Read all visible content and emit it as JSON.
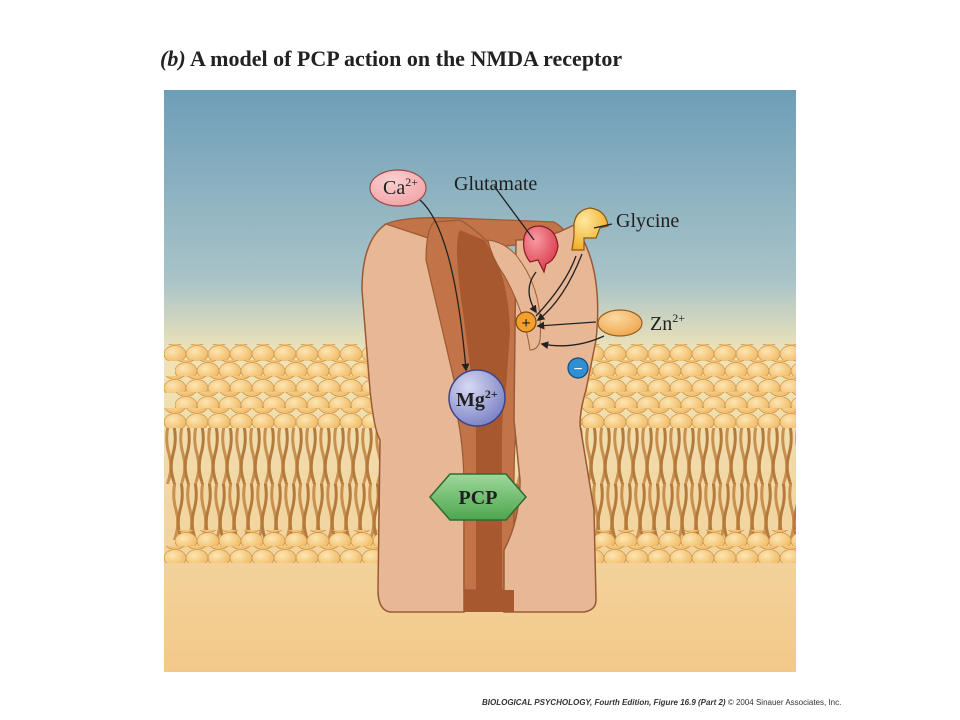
{
  "title": {
    "part": "(b)",
    "text": "A model of PCP action on the NMDA receptor"
  },
  "labels": {
    "calcium": "Ca",
    "calcium_charge": "2+",
    "glutamate": "Glutamate",
    "glycine": "Glycine",
    "zinc": "Zn",
    "zinc_charge": "2+",
    "magnesium": "Mg",
    "magnesium_charge": "2+",
    "pcp": "PCP",
    "plus_sign": "+",
    "minus_sign": "−"
  },
  "credit": {
    "book": "BIOLOGICAL PSYCHOLOGY, Fourth Edition, Figure 16.9 (Part 2)",
    "copyright": "© 2004 Sinauer Associates, Inc."
  },
  "colors": {
    "extracellular_top": "#6d9eb8",
    "extracellular_bottom": "#f0e3b8",
    "intracellular": "#f3c98a",
    "lipid_head": "#f6c877",
    "lipid_tail": "#c98f4e",
    "receptor_light": "#e8b896",
    "receptor_dark": "#b8673e",
    "pcp": "#6cbf6c",
    "magnesium": "#8f95cf",
    "glutamate": "#e2485a",
    "glycine": "#f4b728",
    "zinc": "#f2b25a",
    "calcium": "#f4a8aa"
  }
}
